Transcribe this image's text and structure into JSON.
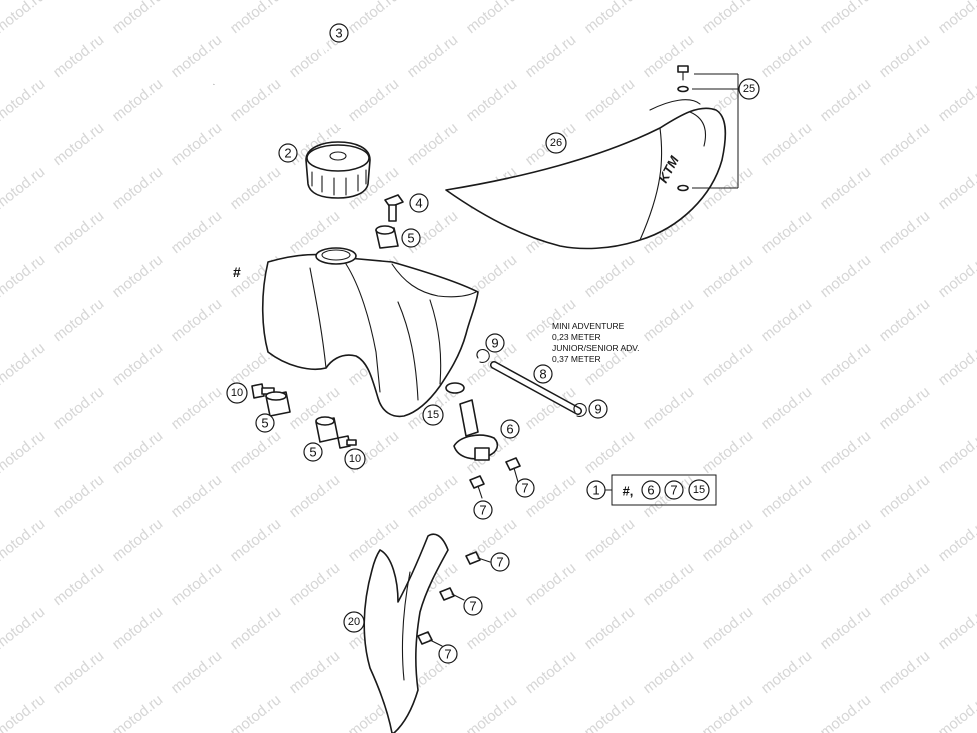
{
  "watermark": "motod.ru",
  "seat_brand": "KTM",
  "part_hash": "#",
  "note_lines": [
    "MINI ADVENTURE",
    "0,23 METER",
    "JUNIOR/SENIOR ADV.",
    "0,37 METER"
  ],
  "callouts": {
    "c2": "2",
    "c3": "3",
    "c4": "4",
    "c5a": "5",
    "c5b": "5",
    "c5c": "5",
    "c6": "6",
    "c7a": "7",
    "c7b": "7",
    "c7c": "7",
    "c7d": "7",
    "c7e": "7",
    "c8": "8",
    "c9a": "9",
    "c9b": "9",
    "c10a": "10",
    "c10b": "10",
    "c15": "15",
    "c20": "20",
    "c25": "25",
    "c26": "26"
  },
  "kit": {
    "main": "1",
    "hash": "#,",
    "items": [
      "6",
      "7",
      "15"
    ]
  },
  "colors": {
    "line": "#1a1a1a",
    "watermark": "#d6d6d6",
    "background": "#ffffff"
  }
}
